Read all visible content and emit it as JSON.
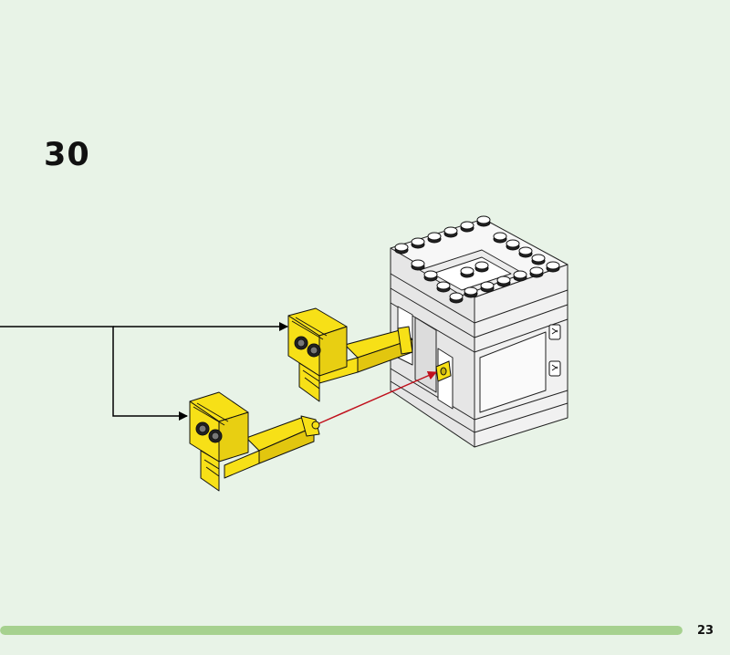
{
  "step": {
    "number": "30"
  },
  "page": {
    "number": "23"
  },
  "progress": {
    "fraction": 1.0
  },
  "colors": {
    "background": "#e8f3e7",
    "progress_bar": "#a6d18f",
    "brick_yellow": "#f7e017",
    "brick_white": "#ffffff",
    "insert_arrow": "#c0111d",
    "callout_line": "#000000"
  },
  "icons": {
    "assembly": "lego-assembly-illustration",
    "arrow": "arrow-right-icon"
  }
}
